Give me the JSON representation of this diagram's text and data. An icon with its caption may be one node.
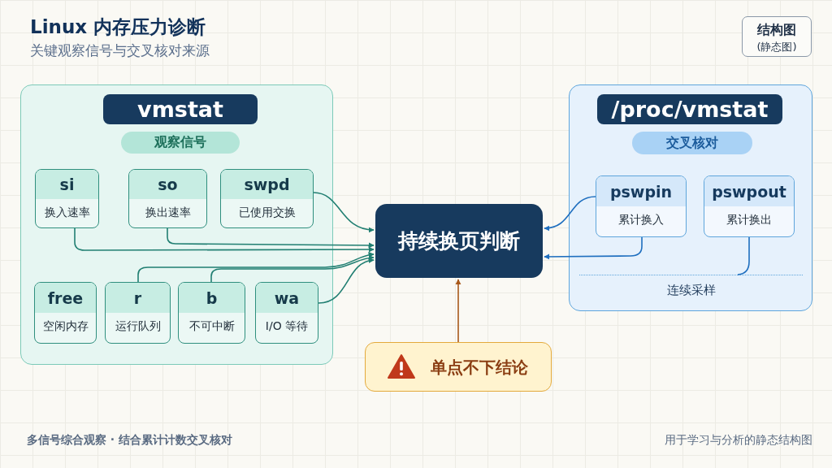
{
  "diagram": {
    "title": "Linux 内存压力诊断",
    "nodes": [
      {
        "text": [],
        "shape": "box"
      },
      {
        "text": [
          "vmstat"
        ],
        "in": 0
      },
      {
        "text": [
          "观察信号"
        ],
        "in": 0
      },
      {
        "text": [
          "si",
          "换入速率"
        ],
        "in": 0
      },
      {
        "text": [
          "so",
          "换出速率"
        ],
        "in": 0
      },
      {
        "text": [
          "swpd",
          "已使用交换"
        ],
        "in": 0
      },
      {
        "text": [
          "free",
          "空闲内存"
        ],
        "in": 0
      },
      {
        "text": [
          "r",
          "运行队列"
        ],
        "in": 0
      },
      {
        "text": [
          "b",
          "不可中断"
        ],
        "in": 0
      },
      {
        "text": [
          "wa",
          "I/O 等待"
        ],
        "in": 0
      },
      {
        "text": [
          "持续换页判断"
        ]
      },
      {
        "text": [],
        "shape": "box"
      },
      {
        "text": [
          "/proc/vmstat"
        ],
        "in": 11
      },
      {
        "text": [
          "交叉核对"
        ],
        "in": 11
      },
      {
        "text": [
          "pswpin",
          "累计换入"
        ],
        "in": 11
      },
      {
        "text": [
          "pswpout",
          "累计换出"
        ],
        "in": 11
      },
      {
        "text": [
          "连续采样"
        ],
        "in": 11
      },
      {
        "text": [
          "单点不下结论"
        ]
      },
      {
        "text": [
          "结构图",
          "(静态图)"
        ]
      }
    ],
    "edges": [
      {
        "from": 5,
        "to": 10,
        "arrow": "to"
      },
      {
        "from": 4,
        "to": 10,
        "arrow": "to"
      },
      {
        "from": 3,
        "to": 10,
        "arrow": "to"
      },
      {
        "from": 7,
        "to": 10,
        "arrow": "to"
      },
      {
        "from": 8,
        "to": 10,
        "arrow": "to"
      },
      {
        "from": 9,
        "to": 10,
        "arrow": "to"
      },
      {
        "from": 14,
        "to": 10,
        "arrow": "to",
        "color": "#1f6fbf"
      },
      {
        "from": 14,
        "to": 10,
        "arrow": "to",
        "color": "#1f6fbf"
      },
      {
        "from": 15,
        "to": 16,
        "arrow": "none",
        "color": "#1f6fbf"
      },
      {
        "from": 17,
        "to": 10,
        "arrow": "to",
        "color": "#a8581a"
      }
    ],
    "labels": [
      "关键观察信号与交叉核对来源",
      "多信号综合观察 · 结合累计计数交叉核对",
      "用于学习与分析的静态结构图"
    ]
  }
}
